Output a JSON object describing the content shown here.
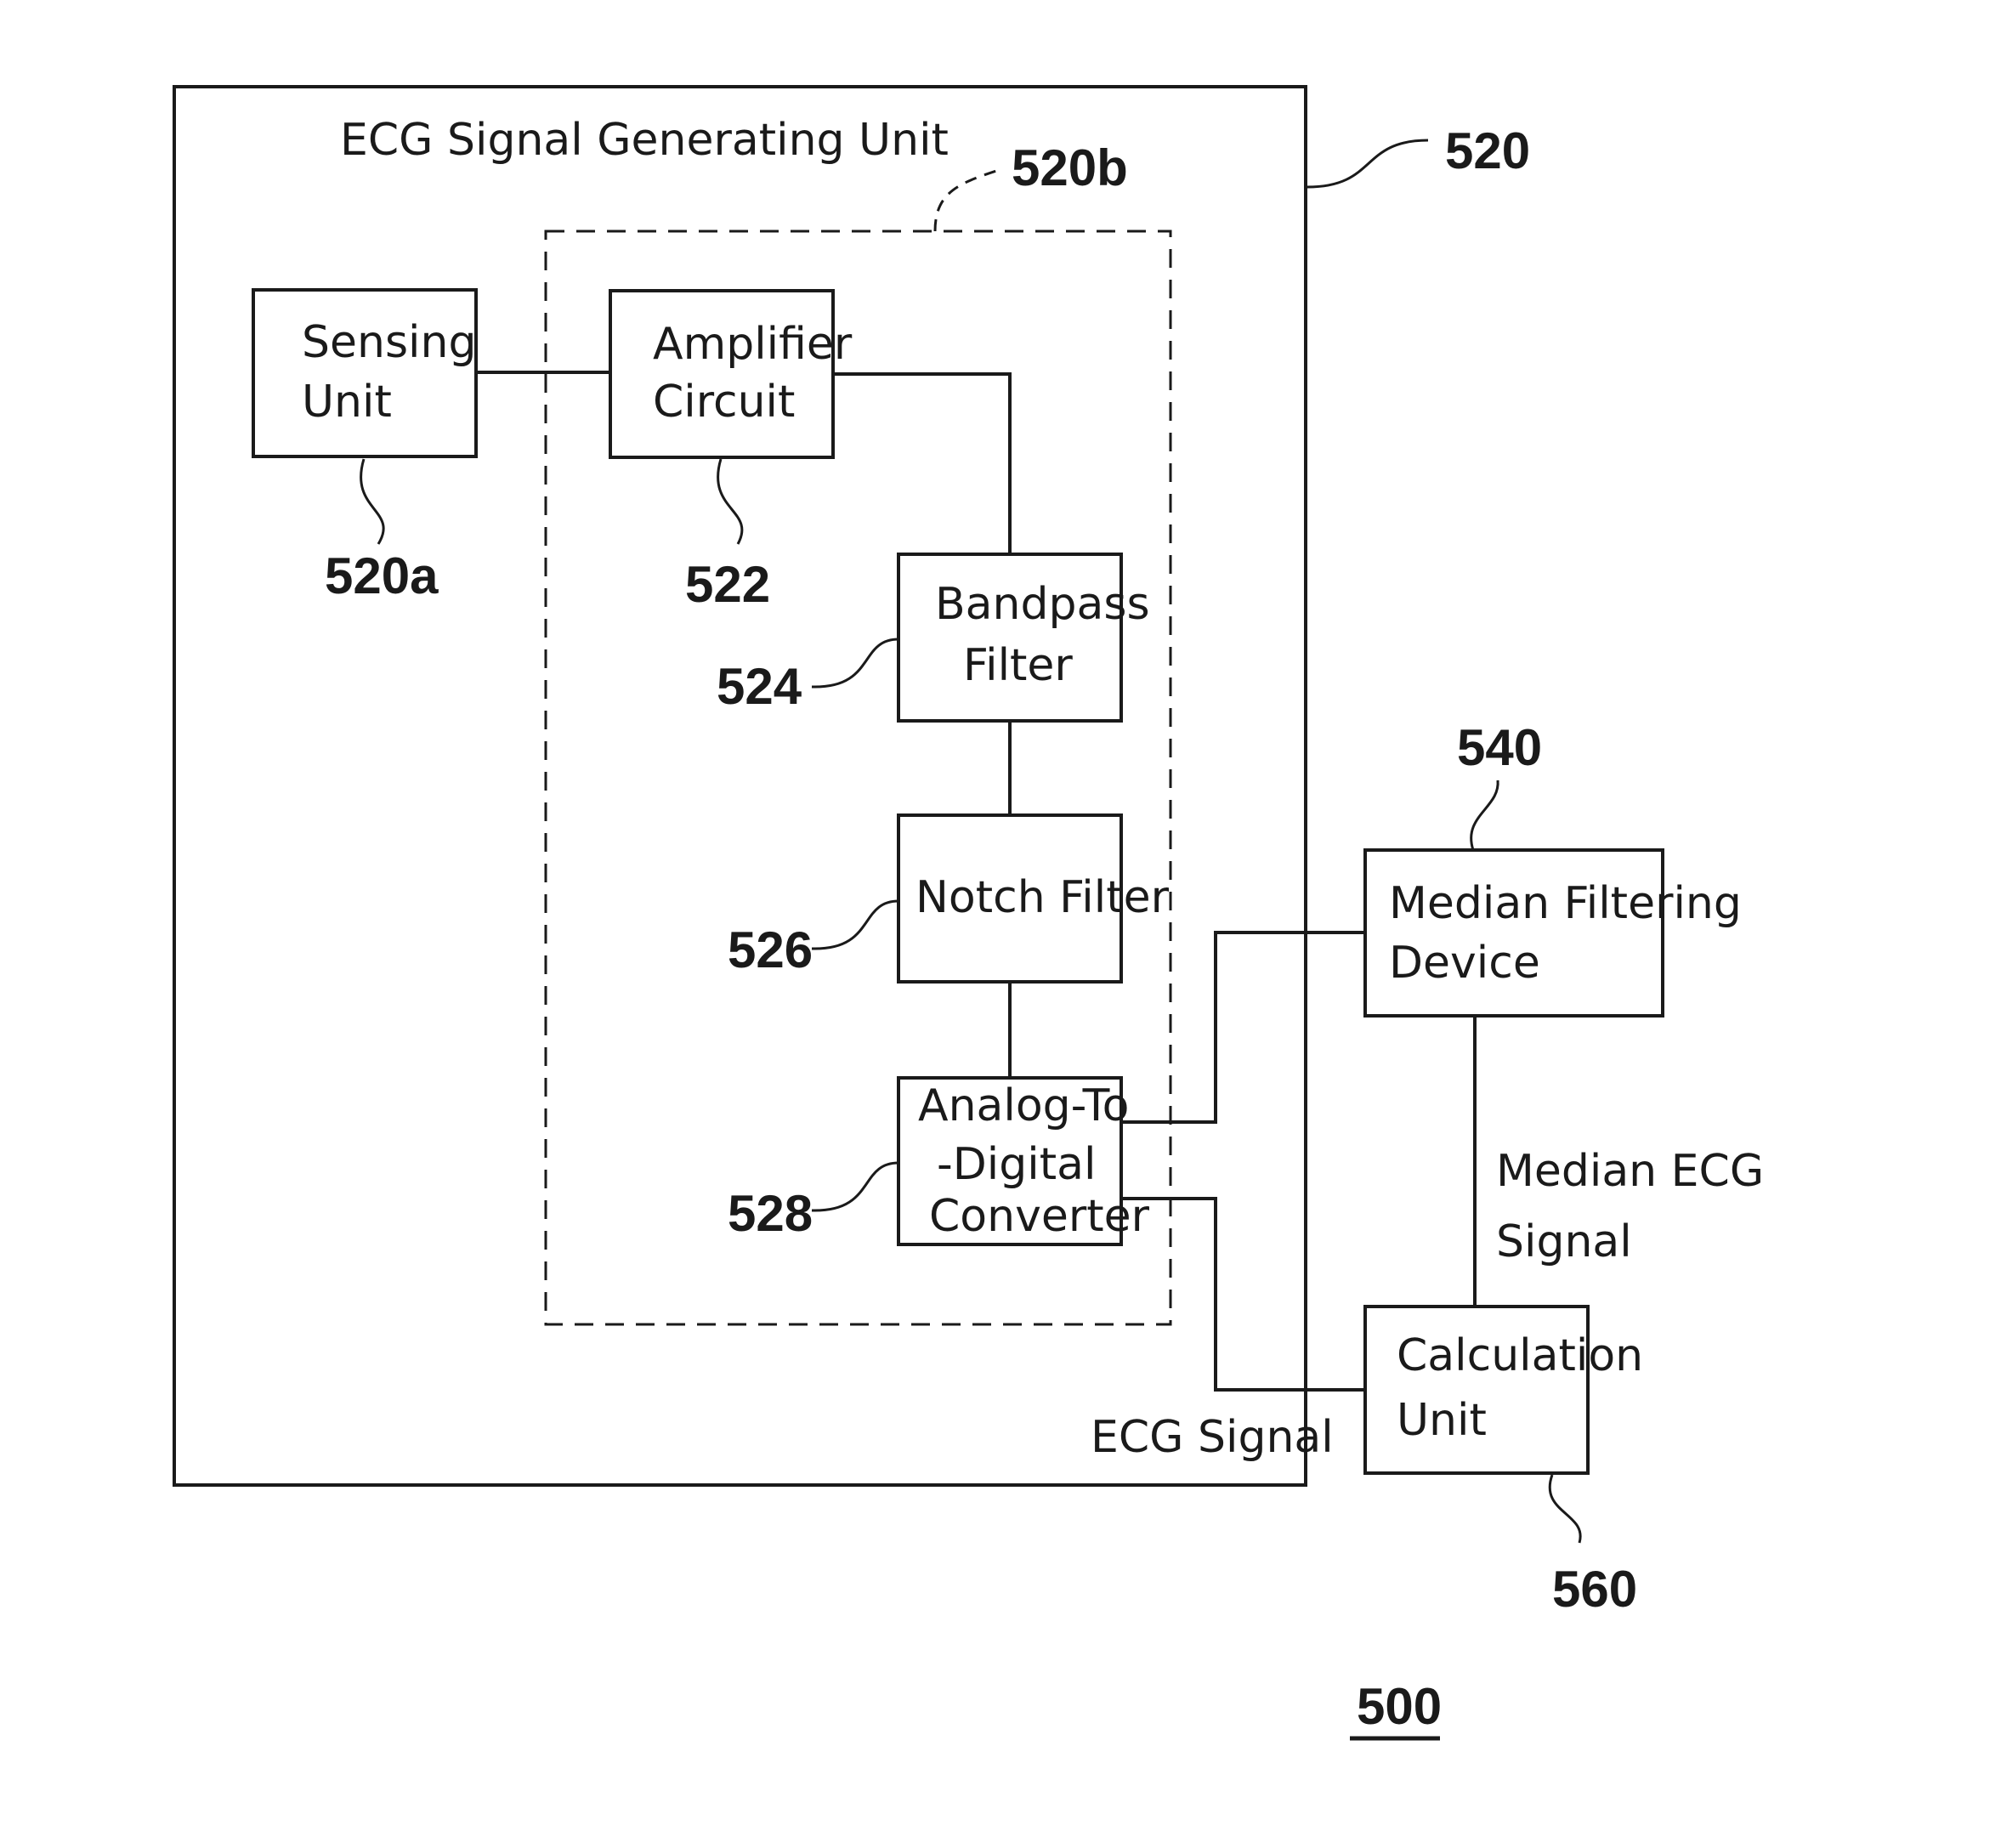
{
  "outer_unit": {
    "title": "ECG Signal Generating Unit",
    "ref": "520",
    "output_label": "ECG Signal"
  },
  "processing_group": {
    "ref": "520b"
  },
  "blocks": {
    "sensing": {
      "line1": "Sensing",
      "line2": "Unit",
      "ref": "520a"
    },
    "amplifier": {
      "line1": "Amplifier",
      "line2": "Circuit",
      "ref": "522"
    },
    "bandpass": {
      "line1": "Bandpass",
      "line2": "Filter",
      "ref": "524"
    },
    "notch": {
      "line1": "Notch Filter",
      "ref": "526"
    },
    "adc": {
      "line1": "Analog-To",
      "line2": "-Digital",
      "line3": "Converter",
      "ref": "528"
    },
    "median": {
      "line1": "Median Filtering",
      "line2": "Device",
      "ref": "540"
    },
    "calc": {
      "line1": "Calculation",
      "line2": "Unit",
      "ref": "560"
    }
  },
  "signals": {
    "median_ecg_line1": "Median ECG",
    "median_ecg_line2": "Signal"
  },
  "figure_ref": "500"
}
